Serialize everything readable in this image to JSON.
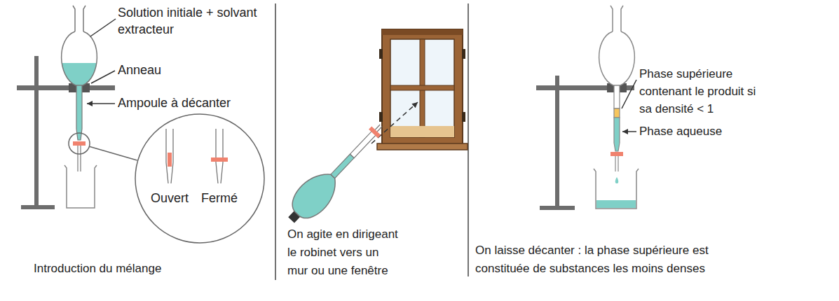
{
  "diagram": {
    "nodes": [
      {
        "text": [
          "Ouvert",
          "Fermé"
        ]
      }
    ],
    "labels": [
      "Solution initiale + solvant extracteur",
      "Anneau",
      "Ampoule à décanter",
      "Introduction du mélange",
      "On agite en dirigeant le robinet vers un mur ou une fenêtre",
      "Phase supérieure contenant le produit si sa densité < 1",
      "Phase aqueuse",
      "On laisse décanter : la phase supérieure est constituée de substances les moins denses"
    ]
  }
}
